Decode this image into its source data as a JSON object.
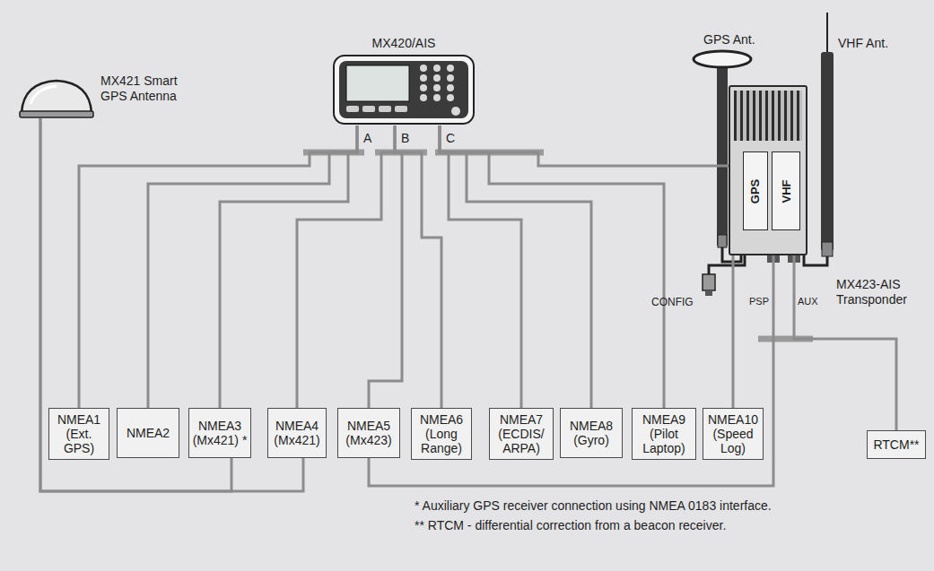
{
  "diagram": {
    "nodes": [
      {
        "text": [
          "MX421 Smart GPS Antenna"
        ]
      },
      {
        "text": [
          "MX420/AIS"
        ]
      },
      {
        "text": [
          "GPS",
          "VHF",
          "MX423-AIS Transponder"
        ]
      },
      {
        "text": [
          "NMEA1 (Ext. GPS)"
        ]
      },
      {
        "text": [
          "NMEA2"
        ]
      },
      {
        "text": [
          "NMEA3 (Mx421) *"
        ]
      },
      {
        "text": [
          "NMEA4 (Mx421)"
        ]
      },
      {
        "text": [
          "NMEA5 (Mx423)"
        ]
      },
      {
        "text": [
          "NMEA6 (Long Range)"
        ]
      },
      {
        "text": [
          "NMEA7 (ECDIS/ ARPA)"
        ]
      },
      {
        "text": [
          "NMEA8 (Gyro)"
        ]
      },
      {
        "text": [
          "NMEA9 (Pilot Laptop)"
        ]
      },
      {
        "text": [
          "NMEA10 (Speed Log)"
        ]
      },
      {
        "text": [
          "RTCM**"
        ]
      }
    ],
    "edges": [
      {
        "from": 1,
        "to": 3,
        "arrow": "none"
      },
      {
        "from": 1,
        "to": 4,
        "arrow": "none"
      },
      {
        "from": 1,
        "to": 5,
        "arrow": "none"
      },
      {
        "from": 1,
        "to": 6,
        "arrow": "none"
      },
      {
        "from": 1,
        "to": 7,
        "arrow": "none"
      },
      {
        "from": 1,
        "to": 8,
        "arrow": "none"
      },
      {
        "from": 1,
        "to": 9,
        "arrow": "none"
      },
      {
        "from": 1,
        "to": 10,
        "arrow": "none"
      },
      {
        "from": 1,
        "to": 11,
        "arrow": "none"
      },
      {
        "from": 1,
        "to": 12,
        "arrow": "none"
      },
      {
        "from": 0,
        "to": 5,
        "arrow": "none"
      },
      {
        "from": 0,
        "to": 6,
        "arrow": "none"
      },
      {
        "from": 7,
        "to": 2,
        "arrow": "none"
      },
      {
        "from": 2,
        "to": 13,
        "arrow": "none"
      }
    ],
    "labels": [
      "GPS Ant.",
      "VHF Ant.",
      "A",
      "B",
      "C",
      "CONFIG",
      "PSP",
      "AUX",
      "* Auxiliary GPS receiver connection using NMEA 0183 interface.",
      "** RTCM - differential correction from a beacon receiver."
    ]
  }
}
